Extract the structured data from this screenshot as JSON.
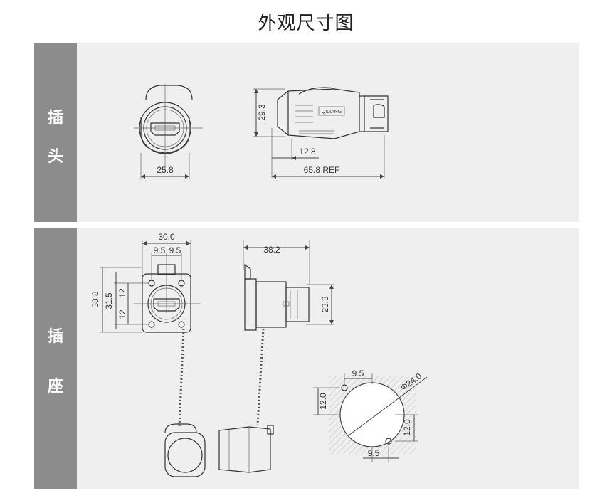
{
  "title": "外观尺寸图",
  "sections": {
    "plug": {
      "label_chars": [
        "插",
        "头"
      ]
    },
    "socket": {
      "label_chars": [
        "插",
        "座"
      ]
    }
  },
  "dims": {
    "plug_width": "25.8",
    "plug_height": "29.3",
    "plug_step": "12.8",
    "plug_length": "65.8 REF",
    "socket_width": "30.0",
    "socket_hole_left": "9.5",
    "socket_hole_right": "9.5",
    "socket_height": "38.8",
    "socket_hole_span": "31.5",
    "socket_half_top": "12",
    "socket_half_bottom": "12",
    "socket_depth": "38.2",
    "socket_rear_height": "23.3",
    "cutout_hole_x_top": "9.5",
    "cutout_hole_y_left": "12.0",
    "cutout_diameter": "Φ24.0",
    "cutout_hole_y_right": "12.0",
    "cutout_hole_x_bottom": "9.5"
  },
  "logo_text": "QILIANG"
}
